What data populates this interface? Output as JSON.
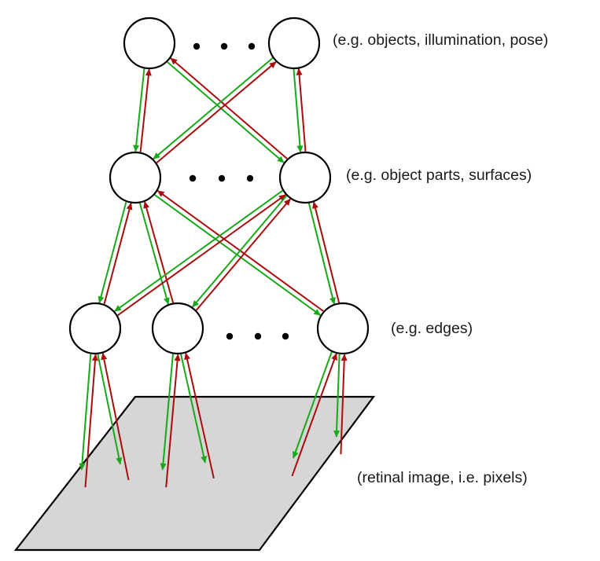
{
  "colors": {
    "feedforward": "#19a819",
    "feedback": "#a80c0c",
    "node_fill": "#ffffff",
    "node_stroke": "#000000",
    "plane_fill": "#d6d6d6"
  },
  "layers": [
    {
      "id": "top",
      "label": "(e.g. objects, illumination, pose)"
    },
    {
      "id": "middle",
      "label": "(e.g. object parts, surfaces)"
    },
    {
      "id": "bottom",
      "label": "(e.g. edges)"
    }
  ],
  "image_plane": {
    "label": "(retinal image, i.e. pixels)"
  }
}
